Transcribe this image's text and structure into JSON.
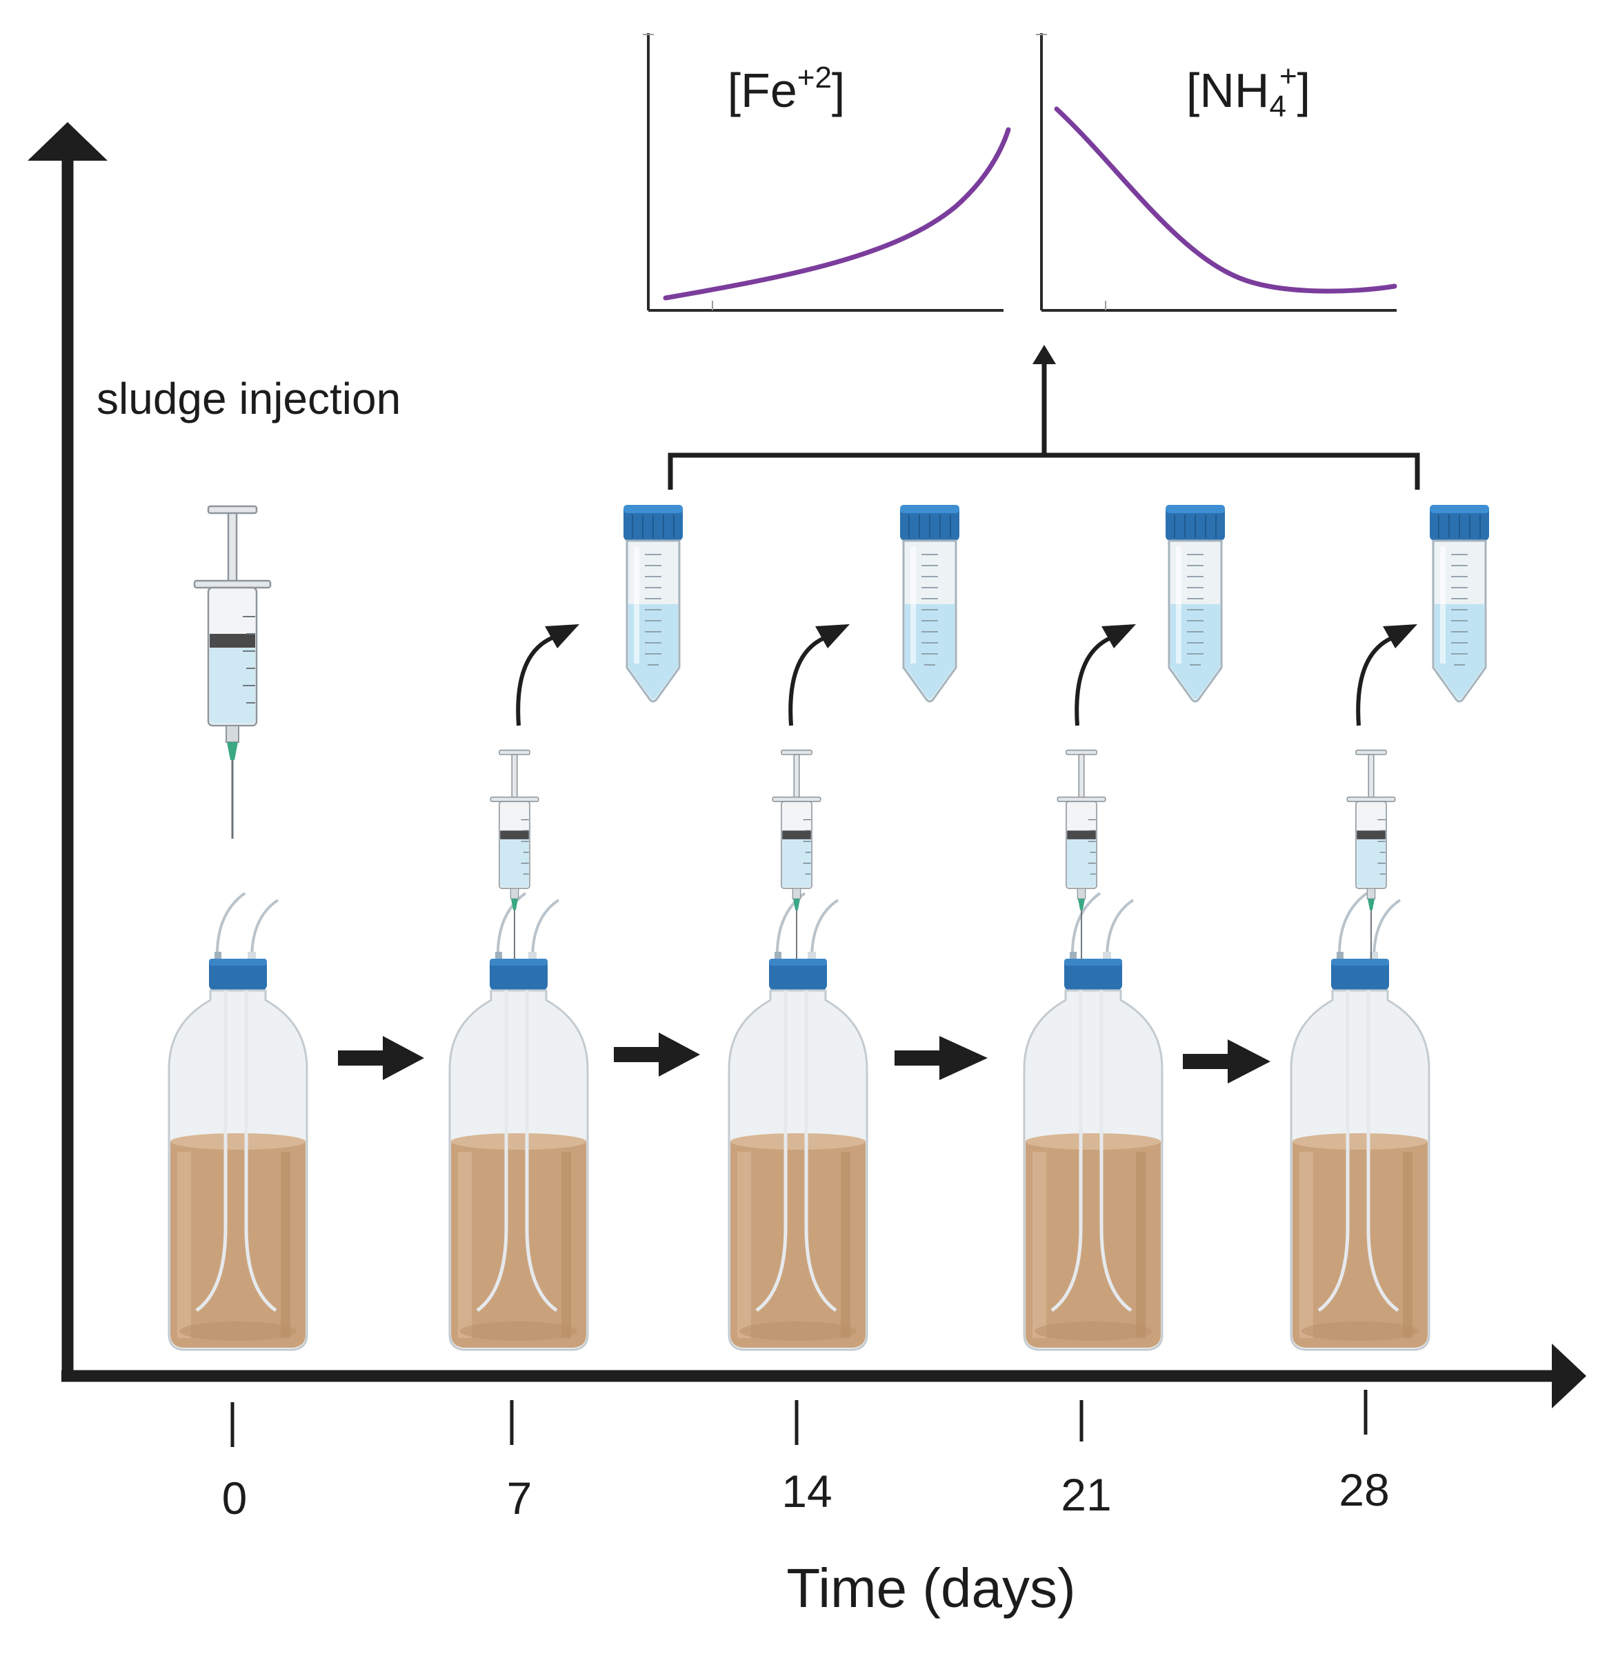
{
  "labels": {
    "sludge_injection": "sludge injection",
    "x_axis_title": "Time (days)"
  },
  "ticks": [
    "0",
    "7",
    "14",
    "21",
    "28"
  ],
  "graphs": {
    "fe": {
      "base": "[Fe",
      "sup": "+2",
      "end": "]"
    },
    "nh": {
      "base": "[NH",
      "sub": "4",
      "sup": "+",
      "end": "]"
    }
  },
  "colors": {
    "axis": "#1e1e1e",
    "curve": "#7b3d9c",
    "liquid_bottle": "#c9a27c",
    "liquid_tube": "#bfe3f2",
    "cap": "#2b71b0",
    "needle_hub": "#3aa884"
  }
}
